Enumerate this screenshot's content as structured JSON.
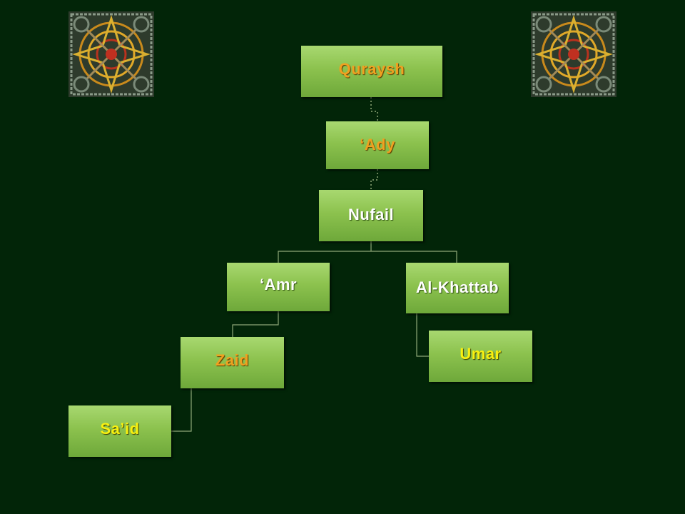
{
  "nodes": {
    "quraysh": "Quraysh",
    "ady": "‘Ady",
    "nufail": "Nufail",
    "amr": "‘Amr",
    "khattab": "Al-Khattab",
    "zaid": "Zaid",
    "umar": "Umar",
    "said": "Sa’id"
  },
  "colors": {
    "background": "#022508",
    "node_fill": "#8cc24e",
    "connector": "#8fa878",
    "text_gold": "#f0a020",
    "text_yellow": "#f8f010",
    "text_white": "#ffffff"
  },
  "icons": [
    "arabesque-ornament-icon"
  ]
}
